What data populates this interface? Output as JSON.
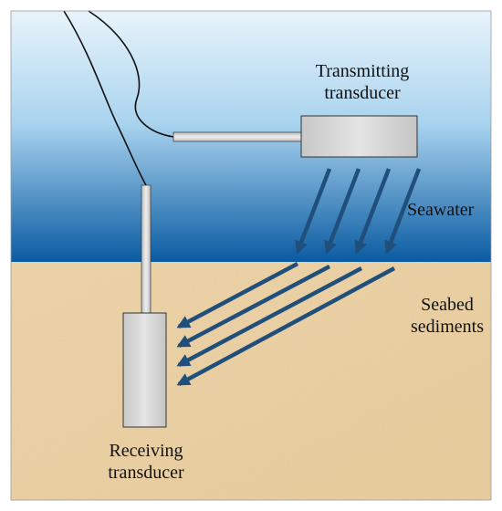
{
  "labels": {
    "transmitting": [
      "Transmitting",
      "transducer"
    ],
    "seawater": "Seawater",
    "seabed": [
      "Seabed",
      "sediments"
    ],
    "receiving": [
      "Receiving",
      "transducer"
    ]
  },
  "colors": {
    "water_top": "#e6f3fb",
    "water_bottom": "#0b5fa5",
    "sediment": "#efd3a4",
    "sediment_speckle": "#d9b47c",
    "arrow": "#1f4f7a",
    "transducer_fill": "#d2d2d2",
    "cable": "#111111"
  }
}
